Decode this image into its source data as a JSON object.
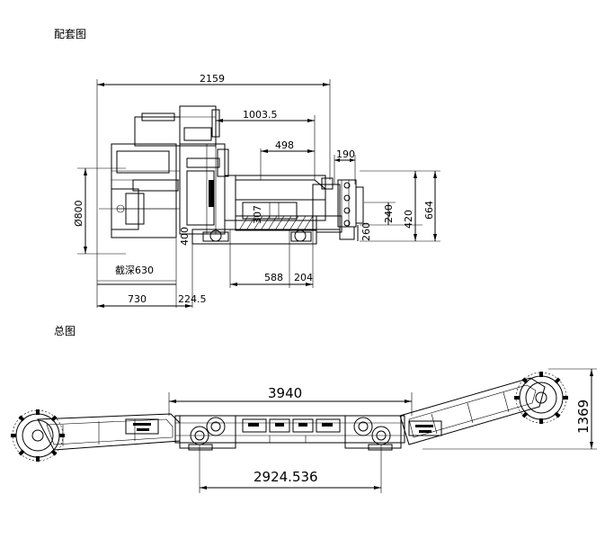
{
  "captions": {
    "top": "配套图",
    "bottom": "总图"
  },
  "top_view": {
    "d2159": "2159",
    "d1003": "1003.5",
    "d498": "498",
    "d190": "190",
    "d240": "240",
    "d420": "420",
    "d664": "664",
    "d260": "260",
    "d307": "307",
    "d400": "400",
    "d800": "Ø800",
    "d630": "截深630",
    "d588": "588",
    "d204": "204",
    "d730": "730",
    "d2245": "224.5"
  },
  "bottom_view": {
    "d3940": "3940",
    "d2924": "2924.536",
    "d1369": "1369"
  }
}
